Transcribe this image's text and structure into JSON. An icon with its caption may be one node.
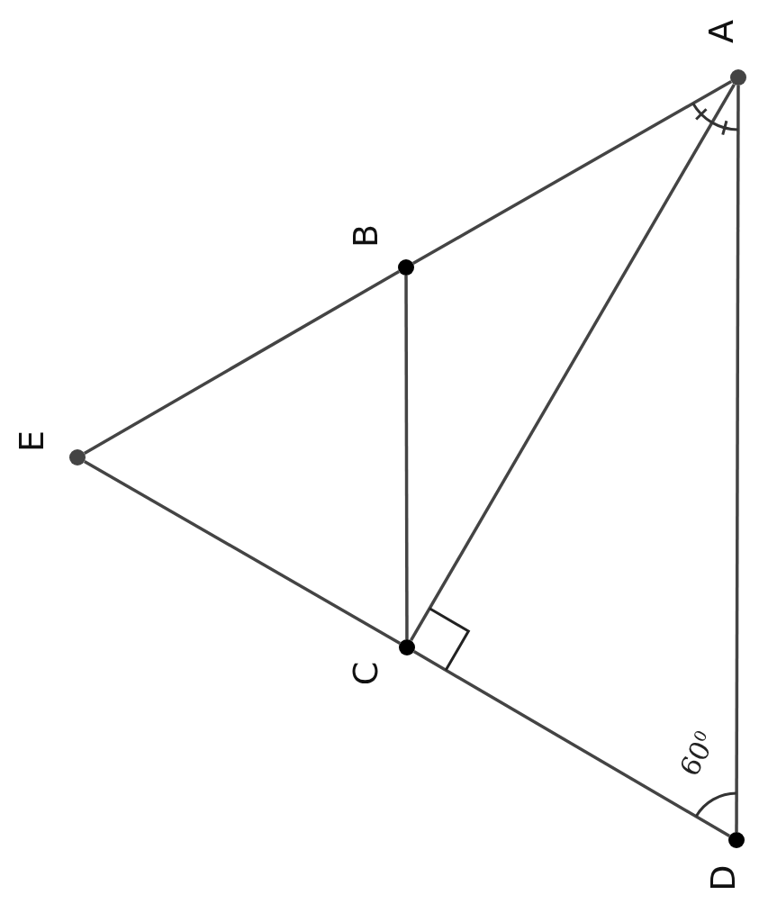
{
  "diagram": {
    "nodes": [
      {
        "text": [
          "A"
        ]
      },
      {
        "text": [
          "B"
        ]
      },
      {
        "text": [
          "E"
        ]
      },
      {
        "text": [
          "C"
        ]
      },
      {
        "text": [
          "D"
        ]
      }
    ],
    "edges": [
      {
        "from": 0,
        "to": 1,
        "arrow": "none"
      },
      {
        "from": 1,
        "to": 2,
        "arrow": "none"
      },
      {
        "from": 2,
        "to": 3,
        "arrow": "none"
      },
      {
        "from": 3,
        "to": 4,
        "arrow": "none"
      },
      {
        "from": 4,
        "to": 0,
        "arrow": "none"
      },
      {
        "from": 0,
        "to": 3,
        "arrow": "none"
      },
      {
        "from": 1,
        "to": 3,
        "arrow": "none"
      }
    ],
    "labels": [
      "60$^{0}$"
    ]
  }
}
